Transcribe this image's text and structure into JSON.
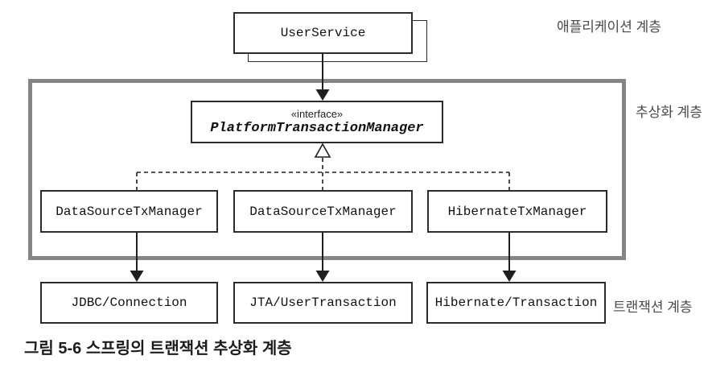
{
  "diagram": {
    "nodes": {
      "user_service": "UserService",
      "interface": {
        "stereotype": "«interface»",
        "name": "PlatformTransactionManager"
      },
      "managers": [
        "DataSourceTxManager",
        "DataSourceTxManager",
        "HibernateTxManager"
      ],
      "implementations": [
        "JDBC/Connection",
        "JTA/UserTransaction",
        "Hibernate/Transaction"
      ]
    },
    "layer_labels": {
      "application": "애플리케이션 계층",
      "abstraction": "추상화 계층",
      "transaction": "트랜잭션 계층"
    },
    "caption": "그림 5-6 스프링의 트랜잭션 추상화 계층",
    "colors": {
      "box_border": "#2b2b2b",
      "container_border": "#858585",
      "connector": "#1f1f1f",
      "layer_label_text": "#4a4a4a",
      "caption_text": "#1c1c1c",
      "background": "#ffffff"
    }
  }
}
